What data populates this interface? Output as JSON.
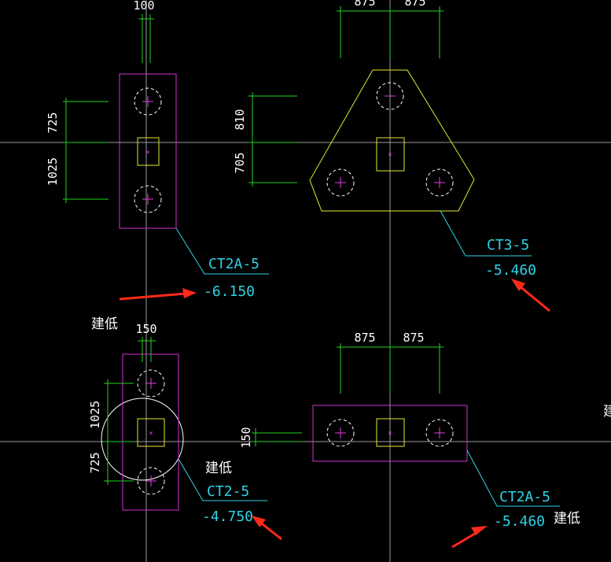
{
  "colors": {
    "background": "#000000",
    "axis": "#9a9a9a",
    "centerline": "#1fd11f",
    "dimension": "#22d422",
    "dimension_text": "#ffffff",
    "cap_outline_magenta": "#d431d4",
    "cap_outline_yellow": "#e6e62e",
    "column": "#e6e62e",
    "pile": "#ffffff",
    "pile_cross": "#e040e0",
    "leader": "#2ed4e6",
    "label": "#2ed4e6",
    "arrow": "#ff2a1a",
    "note": "#ffffff",
    "ring": "#ffffff"
  },
  "caps": {
    "top_left": {
      "name": "CT2A-5",
      "elevation": "-6.150",
      "dims": {
        "top": "100",
        "upper": "725",
        "lower": "1025"
      }
    },
    "top_right": {
      "name": "CT3-5",
      "elevation": "-5.460",
      "dims": {
        "left": "875",
        "right": "875",
        "upper": "810",
        "lower": "705"
      }
    },
    "bottom_left": {
      "name": "CT2-5",
      "elevation": "-4.750",
      "note": "建低",
      "dims": {
        "top": "150",
        "upper": "1025",
        "lower": "725"
      }
    },
    "bottom_right": {
      "name": "CT2A-5",
      "elevation": "-5.460",
      "note": "建低",
      "dims": {
        "left": "875",
        "right": "875",
        "side": "150"
      }
    }
  },
  "notes": {
    "left_middle": "建低",
    "edge_right": "建"
  },
  "icons": [
    "pile-icon",
    "column-icon",
    "arrow-icon"
  ]
}
